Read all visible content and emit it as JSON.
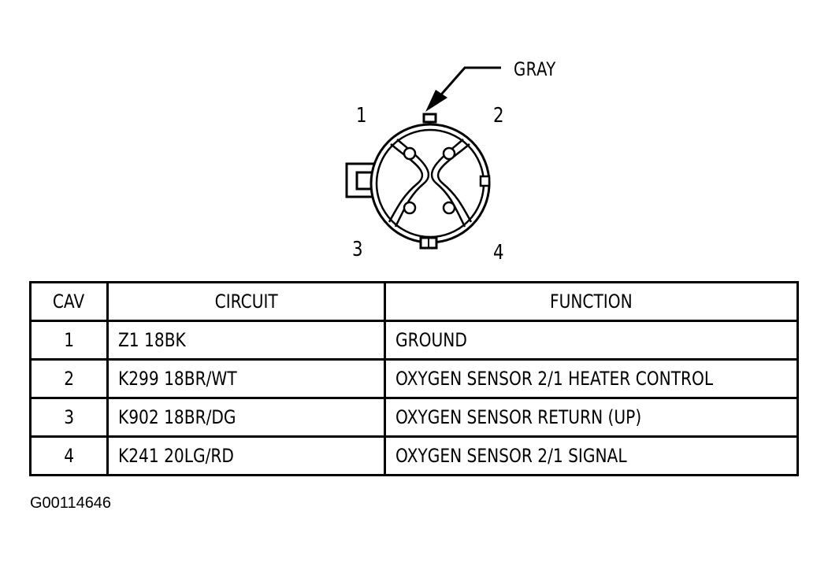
{
  "connector": {
    "color_label": "GRAY",
    "pin_labels": [
      "1",
      "2",
      "3",
      "4"
    ]
  },
  "table": {
    "headers": [
      "CAV",
      "CIRCUIT",
      "FUNCTION"
    ],
    "rows": [
      {
        "cav": "1",
        "circuit": "Z1 18BK",
        "function": "GROUND"
      },
      {
        "cav": "2",
        "circuit": "K299 18BR/WT",
        "function": "OXYGEN SENSOR 2/1 HEATER CONTROL"
      },
      {
        "cav": "3",
        "circuit": "K902 18BR/DG",
        "function": "OXYGEN SENSOR RETURN (UP)"
      },
      {
        "cav": "4",
        "circuit": "K241 20LG/RD",
        "function": "OXYGEN SENSOR 2/1 SIGNAL"
      }
    ]
  },
  "figure_id": "G00114646"
}
